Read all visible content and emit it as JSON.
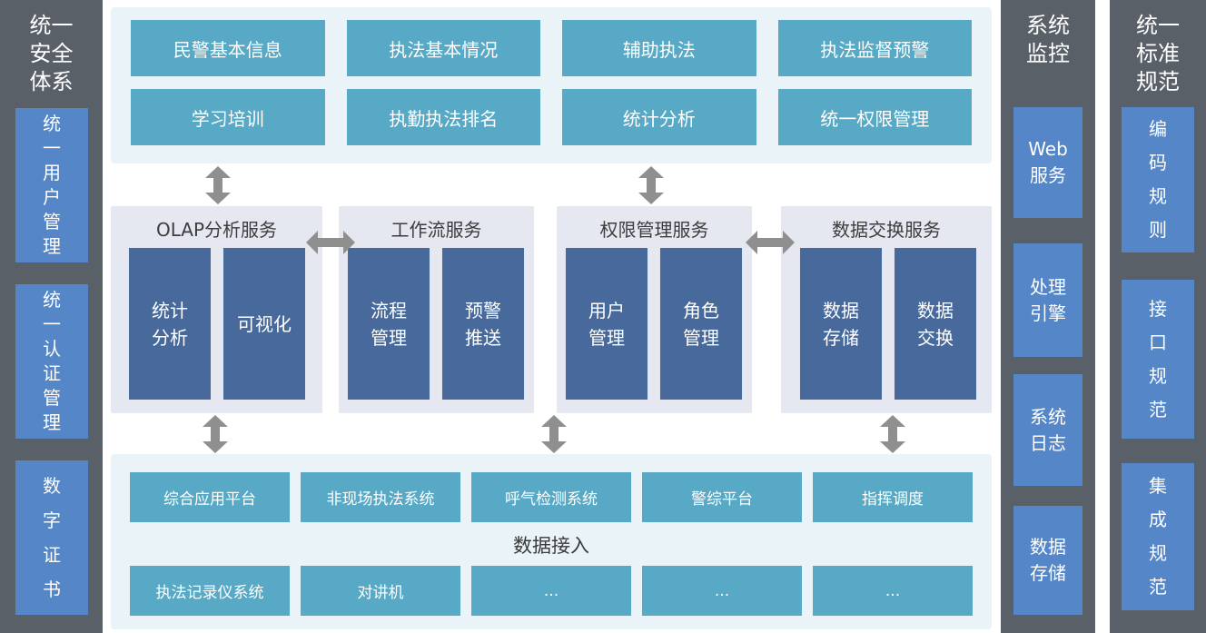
{
  "left_sidebar": {
    "title": "统一安全体系",
    "items": [
      {
        "label": "统一用户管理"
      },
      {
        "label": "统一认证管理"
      },
      {
        "label": "数字证书"
      }
    ]
  },
  "application_layer": {
    "buttons": [
      "民警基本信息",
      "执法基本情况",
      "辅助执法",
      "执法监督预警",
      "学习培训",
      "执勤执法排名",
      "统计分析",
      "统一权限管理"
    ]
  },
  "service_layer": {
    "groups": [
      {
        "title": "OLAP分析服务",
        "modules": [
          [
            "统计",
            "分析"
          ],
          [
            "可视化"
          ]
        ]
      },
      {
        "title": "工作流服务",
        "modules": [
          [
            "流程",
            "管理"
          ],
          [
            "预警",
            "推送"
          ]
        ]
      },
      {
        "title": "权限管理服务",
        "modules": [
          [
            "用户",
            "管理"
          ],
          [
            "角色",
            "管理"
          ]
        ]
      },
      {
        "title": "数据交换服务",
        "modules": [
          [
            "数据",
            "存储"
          ],
          [
            "数据",
            "交换"
          ]
        ]
      }
    ]
  },
  "data_layer": {
    "systems": [
      "综合应用平台",
      "非现场执法系统",
      "呼气检测系统",
      "警综平台",
      "指挥调度"
    ],
    "label": "数据接入",
    "sources": [
      "执法记录仪系统",
      "对讲机",
      "...",
      "...",
      "..."
    ]
  },
  "monitor_sidebar": {
    "title": "系统监控",
    "items": [
      [
        "Web",
        "服务"
      ],
      [
        "处理",
        "引擎"
      ],
      [
        "系统",
        "日志"
      ],
      [
        "数据",
        "存储"
      ]
    ]
  },
  "standards_sidebar": {
    "title": "统一标准规范",
    "items": [
      {
        "label": "编码规则"
      },
      {
        "label": "接口规范"
      },
      {
        "label": "集成规范"
      }
    ]
  },
  "colors": {
    "sidebar_bg": "#5a6068",
    "sidebar_box": "#5586c8",
    "teal_button": "#57a9c5",
    "light_panel": "#e9f3f8",
    "group_panel": "#e5e8f0",
    "module_box": "#47699b",
    "arrow": "#8f8f8f"
  }
}
